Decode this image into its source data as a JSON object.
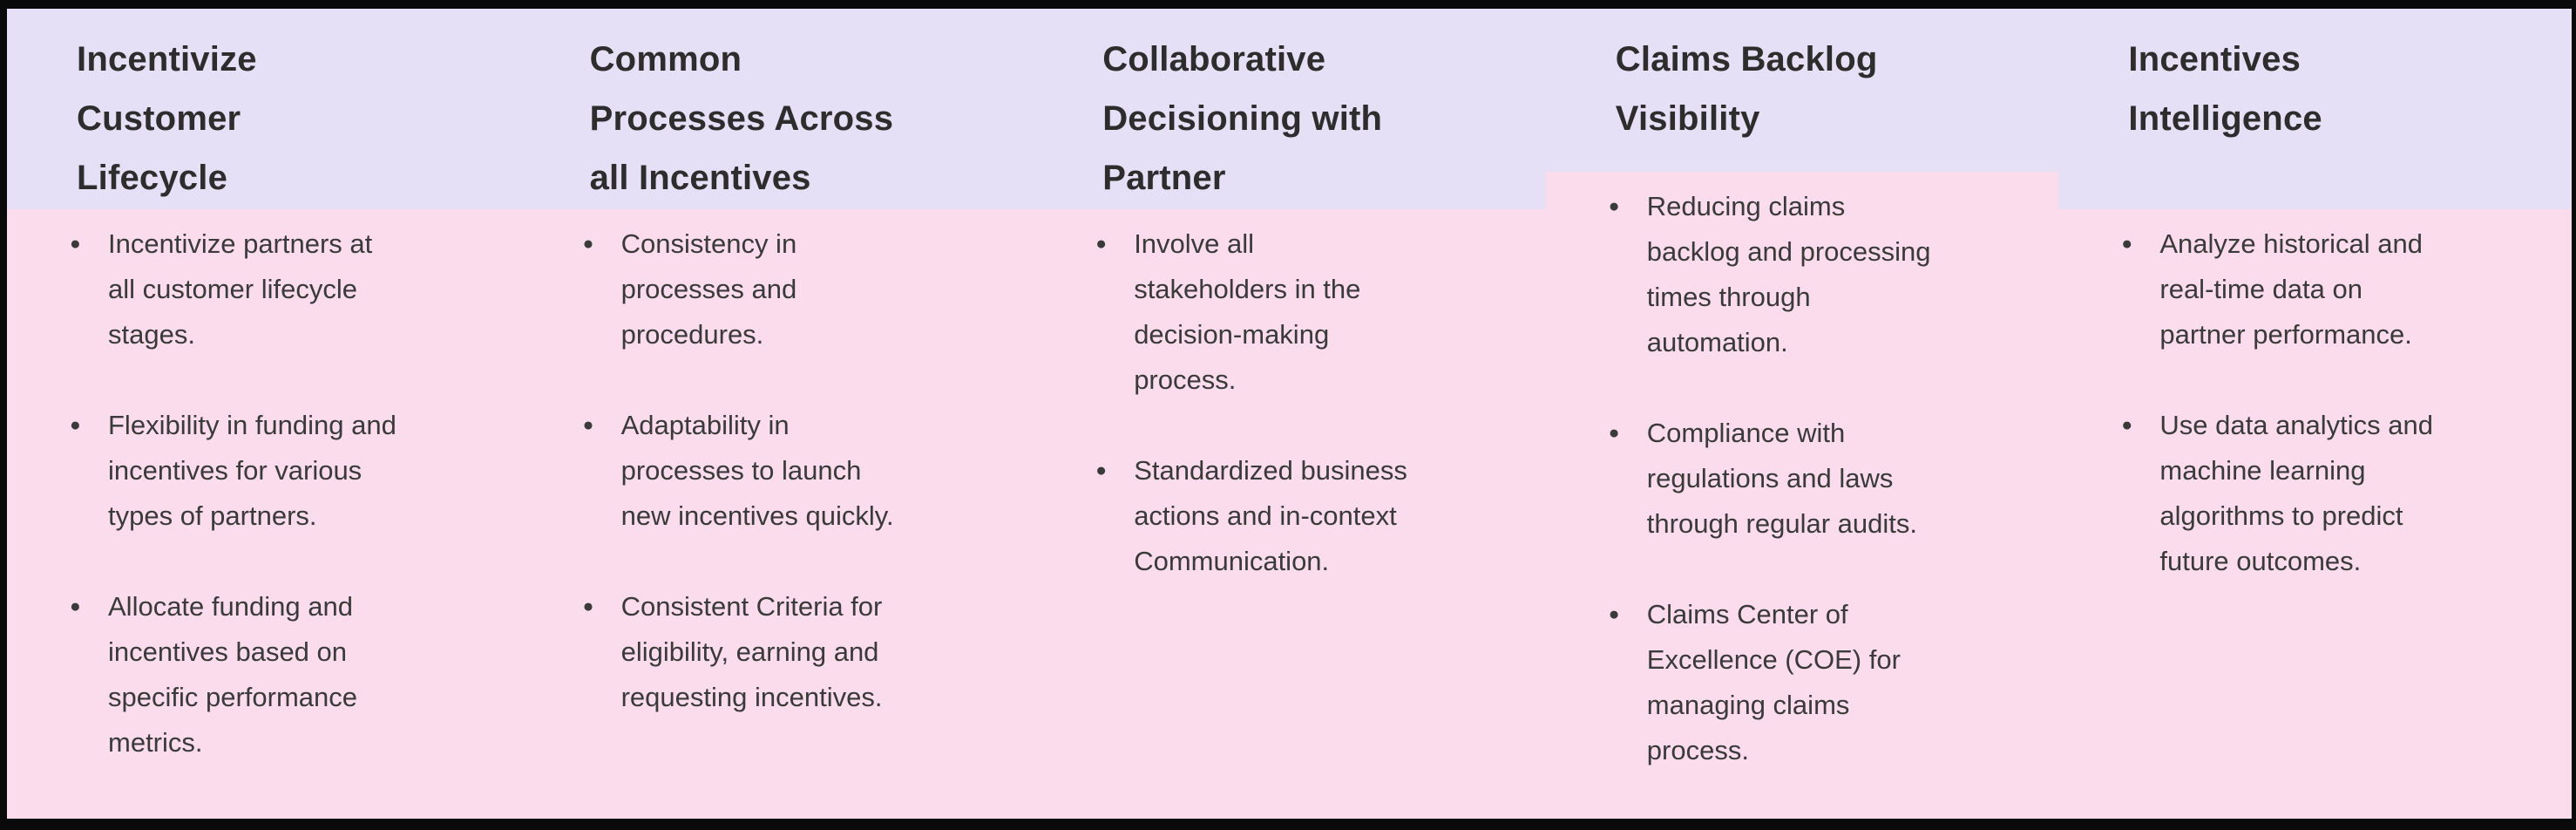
{
  "theme": {
    "page_border": "#0a0a0a",
    "header_bg": "#e5e0f6",
    "body_bg": "#fbdcec",
    "header_text": "#2d2d2d",
    "body_text": "#3a3a3a"
  },
  "table": {
    "bullet_glyph": "●",
    "columns": [
      {
        "header": "Incentivize Customer Lifecycle",
        "bullets": [
          "Incentivize partners at all customer lifecycle stages.",
          "Flexibility in funding and incentives for various types of partners.",
          "Allocate funding and incentives based on specific performance metrics."
        ]
      },
      {
        "header": "Common Processes Across all Incentives",
        "bullets": [
          "Consistency in processes and procedures.",
          "Adaptability in processes to launch new incentives quickly.",
          "Consistent Criteria for eligibility, earning and requesting incentives."
        ]
      },
      {
        "header": "Collaborative Decisioning with Partner",
        "bullets": [
          "Involve all stakeholders in the decision-making process.",
          "Standardized business actions and in-context Communication."
        ]
      },
      {
        "header": "Claims Backlog Visibility",
        "bullets": [
          "Reducing claims backlog and processing times through automation.",
          "Compliance with regulations and laws through regular audits.",
          "Claims Center of Excellence (COE) for managing claims process."
        ]
      },
      {
        "header": "Incentives Intelligence",
        "bullets": [
          "Analyze historical and real-time data on partner performance.",
          "Use data analytics and machine learning algorithms to predict future outcomes."
        ]
      }
    ]
  }
}
